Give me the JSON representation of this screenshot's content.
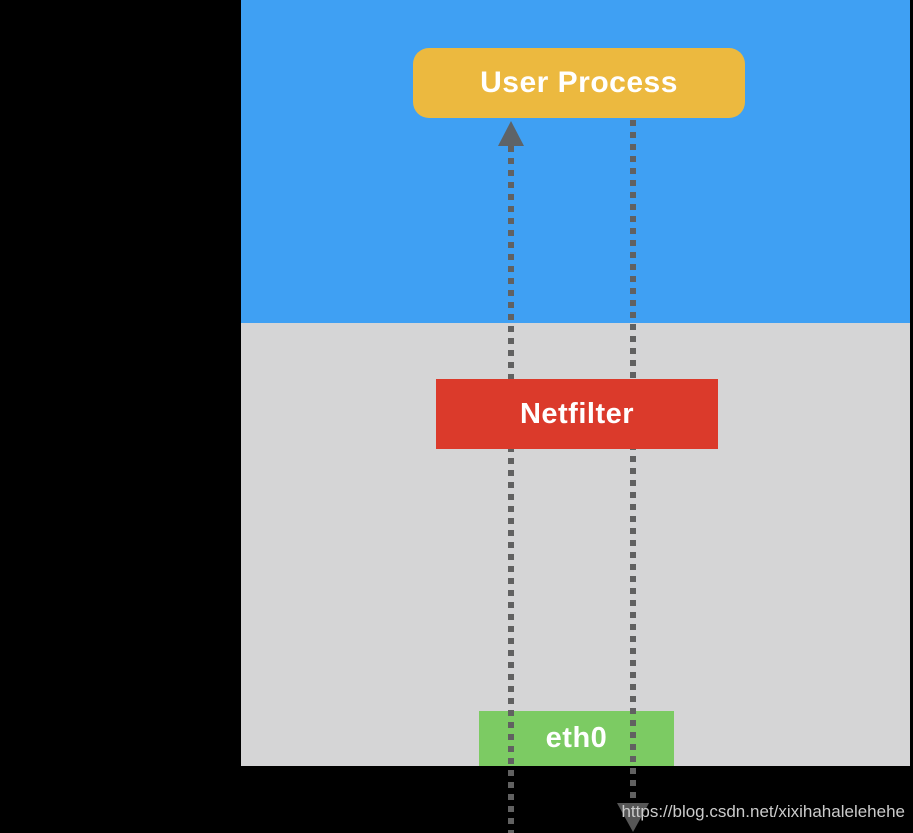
{
  "canvas": {
    "background_color": "#000000"
  },
  "regions": {
    "user_space": {
      "color": "#3FA0F3"
    },
    "kernel_space": {
      "color": "#D5D5D6"
    }
  },
  "nodes": {
    "user_process": {
      "label": "User Process",
      "color": "#ECB93F",
      "text_color": "#FFFFFF"
    },
    "netfilter": {
      "label": "Netfilter",
      "color": "#DB3A2B",
      "text_color": "#FFFFFF"
    },
    "eth0": {
      "label": "eth0",
      "color": "#7CCB63",
      "text_color": "#FFFFFF"
    }
  },
  "flows": {
    "inbound": {
      "direction": "up",
      "style": "dotted",
      "line_color": "#616161",
      "arrow_color": "#5E6367"
    },
    "outbound": {
      "direction": "down",
      "style": "dotted",
      "line_color": "#616161",
      "arrow_color": "#565656"
    }
  },
  "watermark": {
    "text": "https://blog.csdn.net/xixihahalelehehe",
    "color": "#CBCBCB"
  }
}
